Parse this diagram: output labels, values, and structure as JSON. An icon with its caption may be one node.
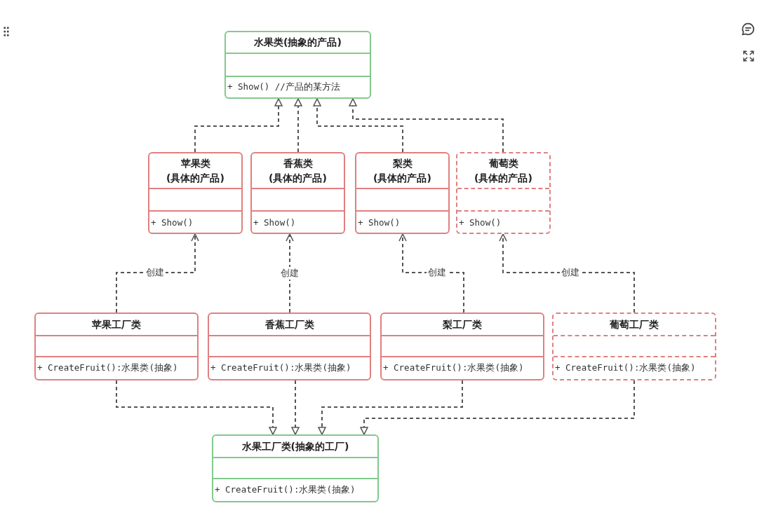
{
  "diagram": {
    "nodes": [
      {
        "text": [
          "水果类(抽象的产品)",
          "+ Show() //产品的某方法"
        ]
      },
      {
        "text": [
          "苹果类(具体的产品)",
          "+ Show()"
        ]
      },
      {
        "text": [
          "香蕉类(具体的产品)",
          "+ Show()"
        ]
      },
      {
        "text": [
          "梨类(具体的产品)",
          "+ Show()"
        ]
      },
      {
        "text": [
          "葡萄类(具体的产品)",
          "+ Show()"
        ]
      },
      {
        "text": [
          "苹果工厂类",
          "+ CreateFruit():水果类(抽象)"
        ]
      },
      {
        "text": [
          "香蕉工厂类",
          "+ CreateFruit():水果类(抽象)"
        ]
      },
      {
        "text": [
          "梨工厂类",
          "+ CreateFruit():水果类(抽象)"
        ]
      },
      {
        "text": [
          "葡萄工厂类",
          "+ CreateFruit():水果类(抽象)"
        ]
      },
      {
        "text": [
          "水果工厂类(抽象的工厂)",
          "+ CreateFruit():水果类(抽象)"
        ]
      }
    ],
    "edges": [
      {
        "from": 1,
        "to": 0,
        "arrow": "to",
        "style": "dashed"
      },
      {
        "from": 2,
        "to": 0,
        "arrow": "to",
        "style": "dashed"
      },
      {
        "from": 3,
        "to": 0,
        "arrow": "to",
        "style": "dashed"
      },
      {
        "from": 4,
        "to": 0,
        "arrow": "to",
        "style": "dashed"
      },
      {
        "from": 5,
        "to": 1,
        "arrow": "to",
        "style": "dashed",
        "label": "创建"
      },
      {
        "from": 6,
        "to": 2,
        "arrow": "to",
        "style": "dashed",
        "label": "创建"
      },
      {
        "from": 7,
        "to": 3,
        "arrow": "to",
        "style": "dashed",
        "label": "创建"
      },
      {
        "from": 8,
        "to": 4,
        "arrow": "to",
        "style": "dashed",
        "label": "创建"
      },
      {
        "from": 5,
        "to": 9,
        "arrow": "to",
        "style": "dashed"
      },
      {
        "from": 6,
        "to": 9,
        "arrow": "to",
        "style": "dashed"
      },
      {
        "from": 7,
        "to": 9,
        "arrow": "to",
        "style": "dashed"
      },
      {
        "from": 8,
        "to": 9,
        "arrow": "to",
        "style": "dashed"
      }
    ]
  }
}
